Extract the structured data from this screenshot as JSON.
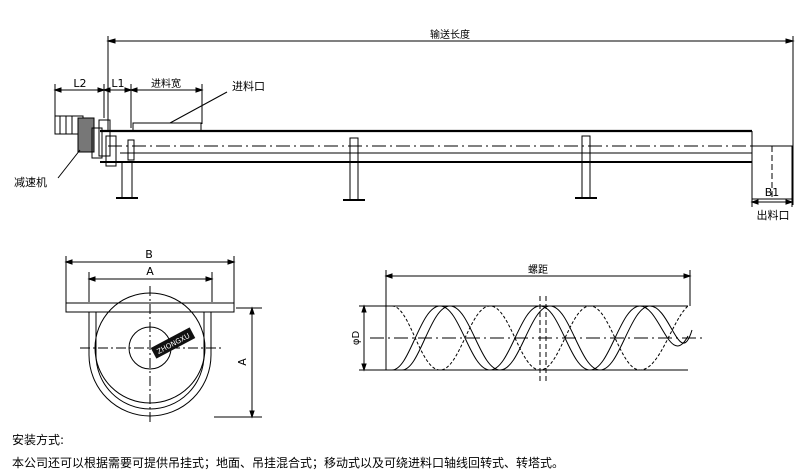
{
  "drawing": {
    "total_length_label": "输送长度",
    "inlet_width_label": "进料宽",
    "inlet_label": "进料口",
    "outlet_label": "出料口",
    "motor_label": "减速机",
    "l2_label": "L2",
    "l1_label": "L1",
    "b1_label": "B1",
    "b_label": "B",
    "a_top_label": "A",
    "a_side_label": "A",
    "pitch_label": "螺距",
    "diameter_label": "φD",
    "logo_text": "ZHONGXU"
  },
  "caption": {
    "heading": "安装方式:",
    "body": "本公司还可以根据需要可提供吊挂式；地面、吊挂混合式；移动式以及可绕进料口轴线回转式、转塔式。"
  }
}
